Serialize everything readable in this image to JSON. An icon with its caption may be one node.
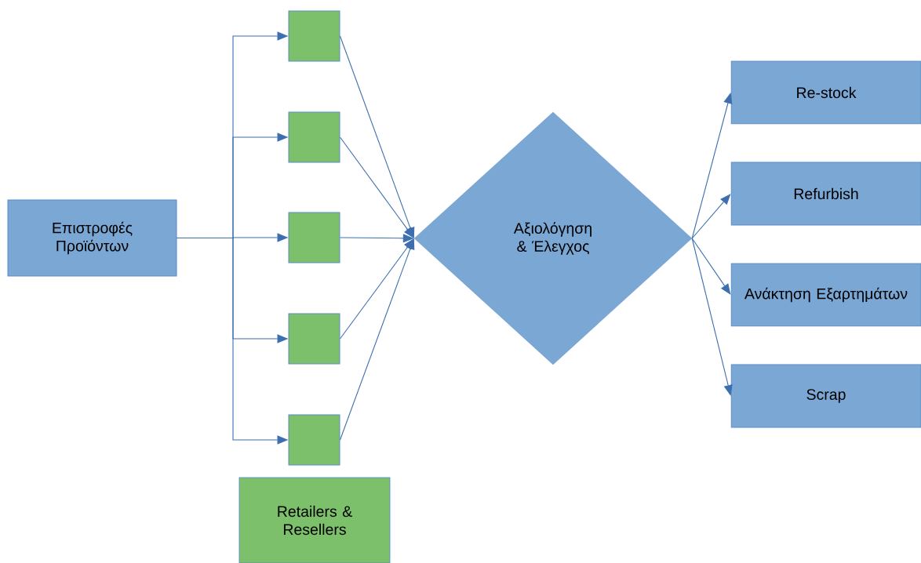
{
  "diagram": {
    "nodes": [
      {
        "text": [
          "Επιστροφές Προϊόντων"
        ]
      },
      {
        "text": [],
        "shape": "box"
      },
      {
        "text": [],
        "shape": "box"
      },
      {
        "text": [],
        "shape": "box"
      },
      {
        "text": [],
        "shape": "box"
      },
      {
        "text": [],
        "shape": "box"
      },
      {
        "text": [
          "Αξιολόγηση & Έλεγχος"
        ]
      },
      {
        "text": [
          "Re-stock"
        ]
      },
      {
        "text": [
          "Refurbish"
        ]
      },
      {
        "text": [
          "Ανάκτηση Εξαρτημάτων"
        ]
      },
      {
        "text": [
          "Scrap"
        ]
      },
      {
        "text": [
          "Retailers & Resellers"
        ]
      }
    ],
    "edges": [
      {
        "from": 0,
        "to": 1,
        "arrow": "to"
      },
      {
        "from": 0,
        "to": 2,
        "arrow": "to"
      },
      {
        "from": 0,
        "to": 3,
        "arrow": "to"
      },
      {
        "from": 0,
        "to": 4,
        "arrow": "to"
      },
      {
        "from": 0,
        "to": 5,
        "arrow": "to"
      },
      {
        "from": 1,
        "to": 6,
        "arrow": "to"
      },
      {
        "from": 2,
        "to": 6,
        "arrow": "to"
      },
      {
        "from": 3,
        "to": 6,
        "arrow": "to"
      },
      {
        "from": 4,
        "to": 6,
        "arrow": "to"
      },
      {
        "from": 5,
        "to": 6,
        "arrow": "to"
      },
      {
        "from": 6,
        "to": 7,
        "arrow": "to"
      },
      {
        "from": 6,
        "to": 8,
        "arrow": "to"
      },
      {
        "from": 6,
        "to": 9,
        "arrow": "to"
      },
      {
        "from": 6,
        "to": 10,
        "arrow": "to"
      }
    ]
  }
}
